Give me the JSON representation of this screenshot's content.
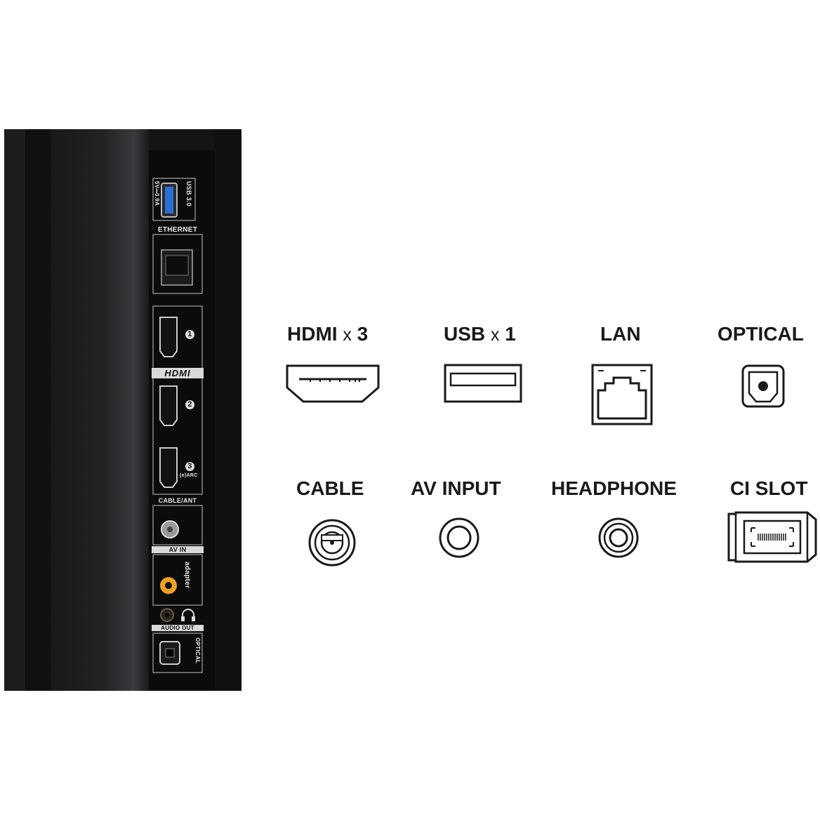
{
  "tv_panel": {
    "usb_label": "USB 3.0",
    "usb_power": "5V⎓0.9A",
    "ethernet_label": "ETHERNET",
    "hdmi_logo": "HDMI",
    "hdmi_numbers": [
      "1",
      "2",
      "3"
    ],
    "hdmi_arc": "(e)ARC",
    "cable_ant_label": "CABLE/ANT",
    "av_in_label": "AV IN",
    "adapter_label": "adapter",
    "audio_out_label": "AUDIO OUT",
    "optical_label": "OPTICAL",
    "av_color": "#f0a020"
  },
  "legend": {
    "hdmi": {
      "name": "HDMI",
      "mult": "x",
      "count": "3",
      "icon": "hdmi-port-icon"
    },
    "usb": {
      "name": "USB",
      "mult": "x",
      "count": "1",
      "icon": "usb-port-icon"
    },
    "lan": {
      "label": "LAN",
      "icon": "ethernet-port-icon"
    },
    "optical": {
      "label": "OPTICAL",
      "icon": "optical-port-icon"
    },
    "cable": {
      "label": "CABLE",
      "icon": "coax-port-icon"
    },
    "av_input": {
      "label": "AV INPUT",
      "icon": "av-jack-icon"
    },
    "headphone": {
      "label": "HEADPHONE",
      "icon": "headphone-jack-icon"
    },
    "ci_slot": {
      "label": "CI SLOT",
      "icon": "ci-card-icon"
    }
  }
}
